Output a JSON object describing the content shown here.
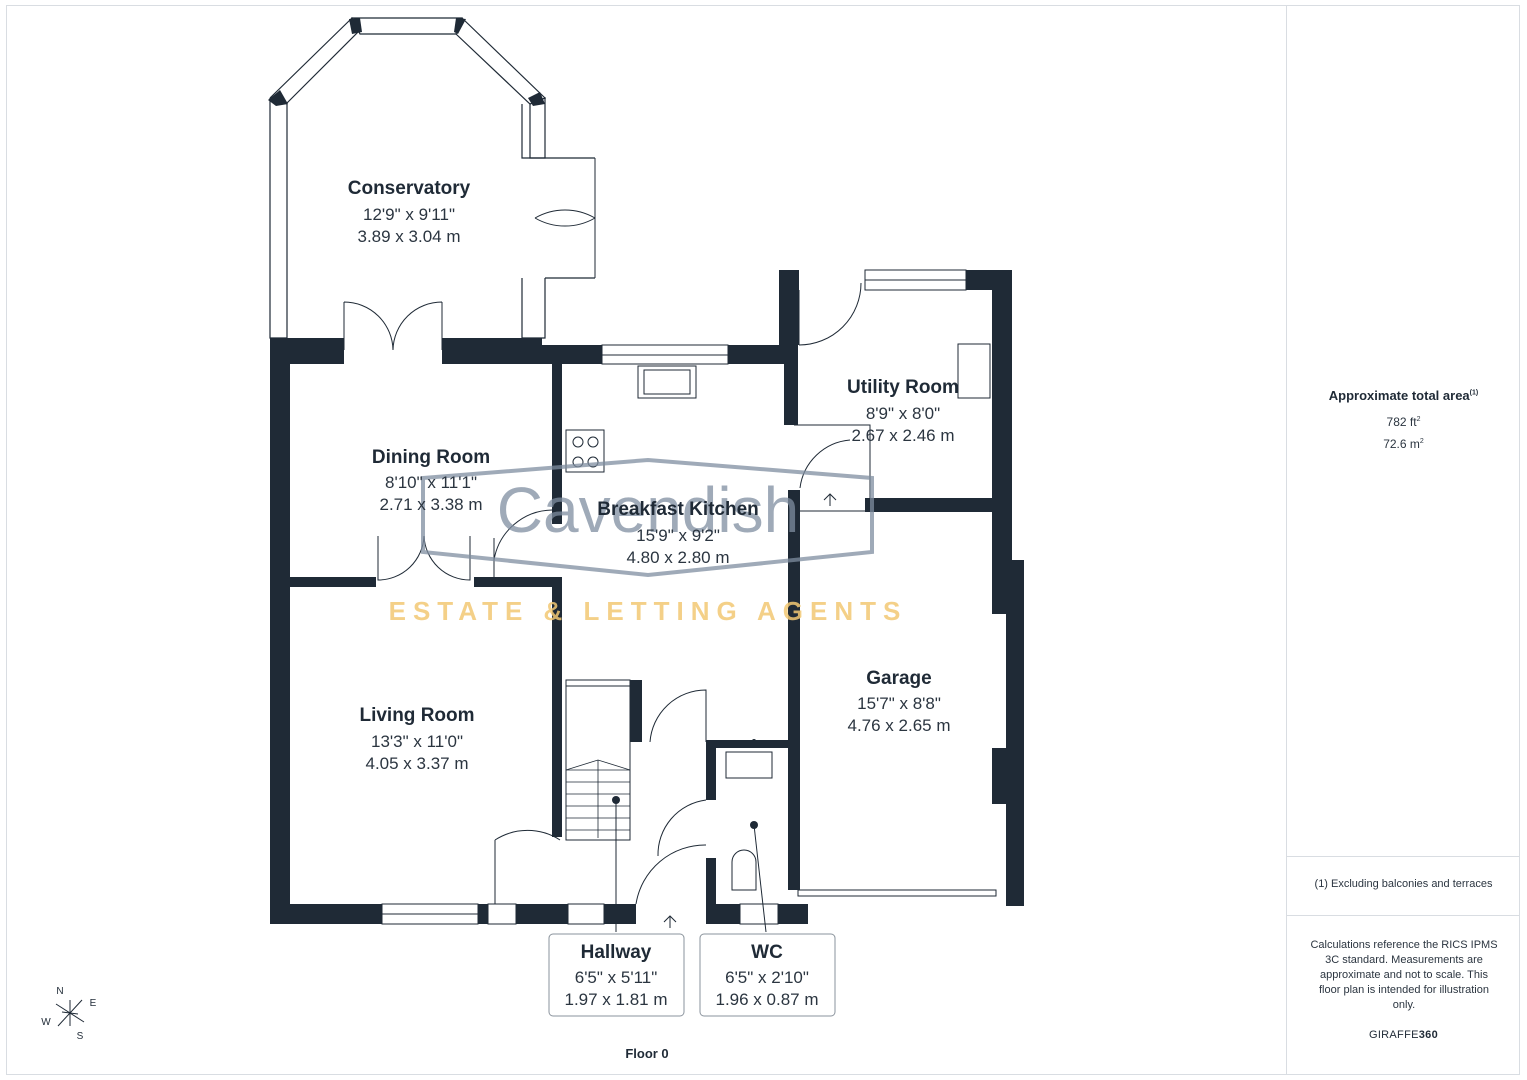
{
  "rooms": {
    "conservatory": {
      "name": "Conservatory",
      "imperial": "12'9\" x 9'11\"",
      "metric": "3.89 x 3.04 m"
    },
    "dining": {
      "name": "Dining Room",
      "imperial": "8'10\" x 11'1\"",
      "metric": "2.71 x 3.38 m"
    },
    "kitchen": {
      "name": "Breakfast Kitchen",
      "imperial": "15'9\" x 9'2\"",
      "metric": "4.80 x 2.80 m"
    },
    "utility": {
      "name": "Utility Room",
      "imperial": "8'9\" x 8'0\"",
      "metric": "2.67 x 2.46 m"
    },
    "living": {
      "name": "Living Room",
      "imperial": "13'3\" x 11'0\"",
      "metric": "4.05 x 3.37 m"
    },
    "garage": {
      "name": "Garage",
      "imperial": "15'7\" x 8'8\"",
      "metric": "4.76 x 2.65 m"
    },
    "hallway": {
      "name": "Hallway",
      "imperial": "6'5\" x 5'11\"",
      "metric": "1.97 x 1.81 m"
    },
    "wc": {
      "name": "WC",
      "imperial": "6'5\" x 2'10\"",
      "metric": "1.96 x 0.87 m"
    }
  },
  "watermark": {
    "brand": "Cavendish",
    "tagline": "ESTATE & LETTING AGENTS"
  },
  "compass": {
    "n": "N",
    "e": "E",
    "s": "S",
    "w": "W"
  },
  "floor_label": "Floor 0",
  "area": {
    "title": "Approximate total area",
    "note_mark": "(1)",
    "sqft": "782 ft",
    "sqm": "72.6 m",
    "squared": "2"
  },
  "footnote": "(1) Excluding balconies and terraces",
  "disclaimer": "Calculations reference the RICS IPMS 3C standard. Measurements are approximate and not to scale. This floor plan is intended for illustration only.",
  "brand": {
    "prefix": "GIRAFFE",
    "suffix": "360"
  },
  "colors": {
    "wall": "#1f2a36",
    "watermark": "#7f8ea0",
    "tagline": "#f2c873"
  }
}
